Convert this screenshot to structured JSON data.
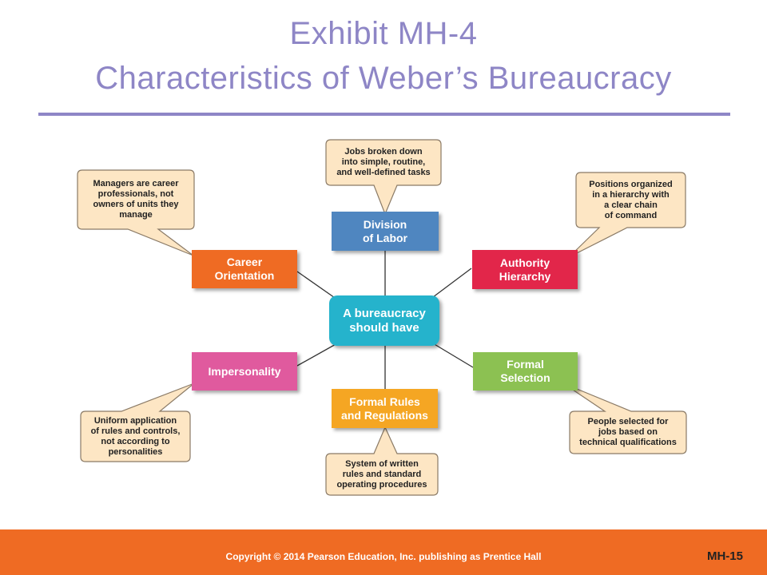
{
  "header": {
    "line1": "Exhibit MH-4",
    "line2": "Characteristics of Weber’s Bureaucracy"
  },
  "diagram": {
    "center": {
      "label": "A bureaucracy\nshould have",
      "color": "#25b3cc"
    },
    "nodes": {
      "division": {
        "label": "Division\nof Labor",
        "color": "#4f86c0",
        "callout": "Jobs broken down\ninto simple, routine,\nand well-defined tasks"
      },
      "authority": {
        "label": "Authority\nHierarchy",
        "color": "#e2264a",
        "callout": "Positions organized\nin a hierarchy with\na clear chain\nof command"
      },
      "career": {
        "label": "Career\nOrientation",
        "color": "#ef6b23",
        "callout": "Managers are career\nprofessionals, not\nowners of units they\nmanage"
      },
      "impersonality": {
        "label": "Impersonality",
        "color": "#e05a9e",
        "callout": "Uniform application\nof rules and controls,\nnot according to\npersonalities"
      },
      "formal_rules": {
        "label": "Formal Rules\nand Regulations",
        "color": "#f5a623",
        "callout": "System of written\nrules and standard\noperating procedures"
      },
      "formal_selection": {
        "label": "Formal\nSelection",
        "color": "#8cc152",
        "callout": "People selected for\njobs based on\ntechnical qualifications"
      }
    },
    "callout_fill": "#fde6c4",
    "callout_stroke": "#8a7a66"
  },
  "footer": {
    "copyright": "Copyright © 2014 Pearson Education, Inc. publishing as Prentice Hall",
    "page": "MH-15",
    "color": "#ef6b23"
  }
}
